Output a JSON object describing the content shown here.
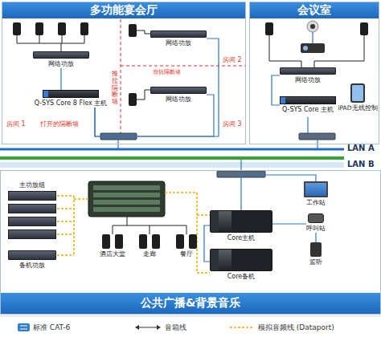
{
  "diagram": {
    "nodes": [
      {
        "text": [
          "多功能宴会厅"
        ]
      },
      {
        "text": [
          "网络功放"
        ],
        "in": 0
      },
      {
        "text": [
          "网络功放"
        ],
        "in": 0
      },
      {
        "text": [
          "网络功放"
        ],
        "in": 0
      },
      {
        "text": [
          "Q-SYS Core 8 Flex 主机"
        ],
        "in": 0
      },
      {
        "text": [
          "会议室"
        ]
      },
      {
        "text": [
          "网络功放"
        ],
        "in": 5
      },
      {
        "text": [
          "Q-SYS Core 主机"
        ],
        "in": 5
      },
      {
        "text": [
          "iPAD无线控制"
        ],
        "in": 5
      },
      {
        "text": [
          "公共广播&背景音乐"
        ]
      },
      {
        "text": [
          "主功放组"
        ],
        "in": 9
      },
      {
        "text": [
          "备机功放"
        ],
        "in": 9
      },
      {
        "text": [
          "酒店大堂"
        ],
        "in": 9
      },
      {
        "text": [
          "走廊"
        ],
        "in": 9
      },
      {
        "text": [
          "餐厅"
        ],
        "in": 9
      },
      {
        "text": [
          "Core主机"
        ],
        "in": 9
      },
      {
        "text": [
          "Core备机"
        ],
        "in": 9
      },
      {
        "text": [
          "工作站"
        ],
        "in": 9
      },
      {
        "text": [
          "呼叫站"
        ],
        "in": 9
      },
      {
        "text": [
          "监听"
        ],
        "in": 9
      }
    ],
    "edges": [
      {
        "from": 4,
        "to": 1,
        "arrow": "none"
      },
      {
        "from": 4,
        "to": 2,
        "arrow": "none"
      },
      {
        "from": 4,
        "to": 3,
        "arrow": "none"
      },
      {
        "from": 7,
        "to": 6,
        "arrow": "none"
      },
      {
        "from": 15,
        "to": 17,
        "arrow": "none"
      },
      {
        "from": 15,
        "to": 18,
        "arrow": "none"
      },
      {
        "from": 18,
        "to": 19,
        "arrow": "none"
      },
      {
        "from": 15,
        "to": 16,
        "arrow": "none"
      }
    ],
    "labels": [
      "房间 2",
      "推拉隔断墙",
      "滑轨隔断墙",
      "房间 3",
      "房间 1",
      "打开的隔断墙",
      "LAN A",
      "LAN B"
    ],
    "legend": [
      {
        "text": "标准 CAT-6"
      },
      {
        "text": "音箱线"
      },
      {
        "text": "模拟音频线 (Dataport)"
      }
    ]
  }
}
